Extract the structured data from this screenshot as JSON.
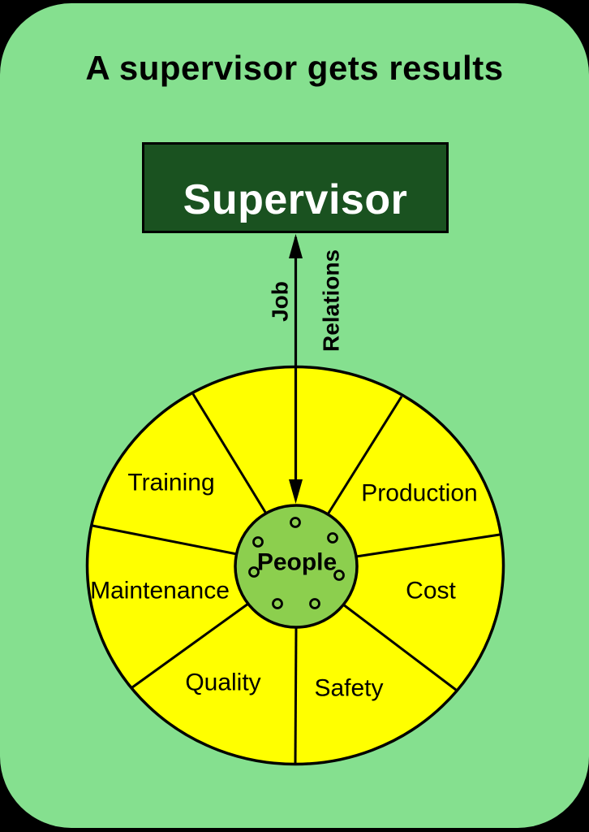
{
  "title": "A supervisor gets results",
  "supervisor_box": {
    "label": "Supervisor"
  },
  "arrow": {
    "left_label": "Job",
    "right_label": "Relations"
  },
  "wheel": {
    "center_label": "People",
    "sectors": [
      "Training",
      "Production",
      "Maintenance",
      "Cost",
      "Quality",
      "Safety"
    ]
  },
  "colors": {
    "page_background": "#000000",
    "panel_green": "#85e08f",
    "box_green": "#1a5220",
    "wheel_yellow": "#ffff00",
    "hub_green": "#8ccf4e",
    "outline_black": "#000000",
    "title_text": "#000000",
    "box_text": "#ffffff"
  }
}
